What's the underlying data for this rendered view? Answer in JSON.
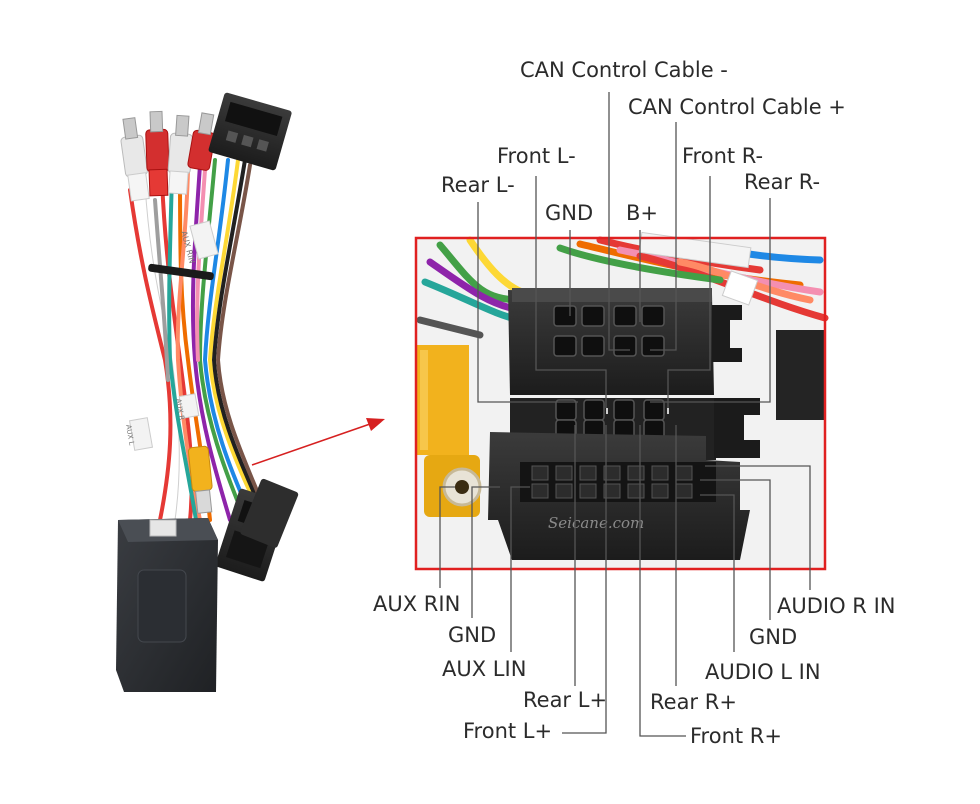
{
  "labels": {
    "can_minus": "CAN Control Cable -",
    "can_plus": "CAN Control Cable +",
    "front_l_minus": "Front L-",
    "front_r_minus": "Front R-",
    "rear_l_minus": "Rear L-",
    "rear_r_minus": "Rear R-",
    "gnd_top": "GND",
    "b_plus": "B+",
    "aux_rin": "AUX RIN",
    "gnd_left": "GND",
    "aux_lin": "AUX LIN",
    "rear_l_plus": "Rear L+",
    "front_l_plus": "Front L+",
    "audio_r_in": "AUDIO R IN",
    "gnd_right": "GND",
    "audio_l_in": "AUDIO L IN",
    "rear_r_plus": "Rear R+",
    "front_r_plus": "Front R+"
  },
  "watermark": "Seicane.com",
  "sleeve_labels": [
    "AUX RIN",
    "AUX L",
    "AUX R"
  ],
  "colors": {
    "highlight_frame": "#e02020",
    "leader_line": "#555555",
    "arrow": "#d62020",
    "connector_body": "#2a2a2a",
    "rca_yellow": "#f2b21d"
  }
}
